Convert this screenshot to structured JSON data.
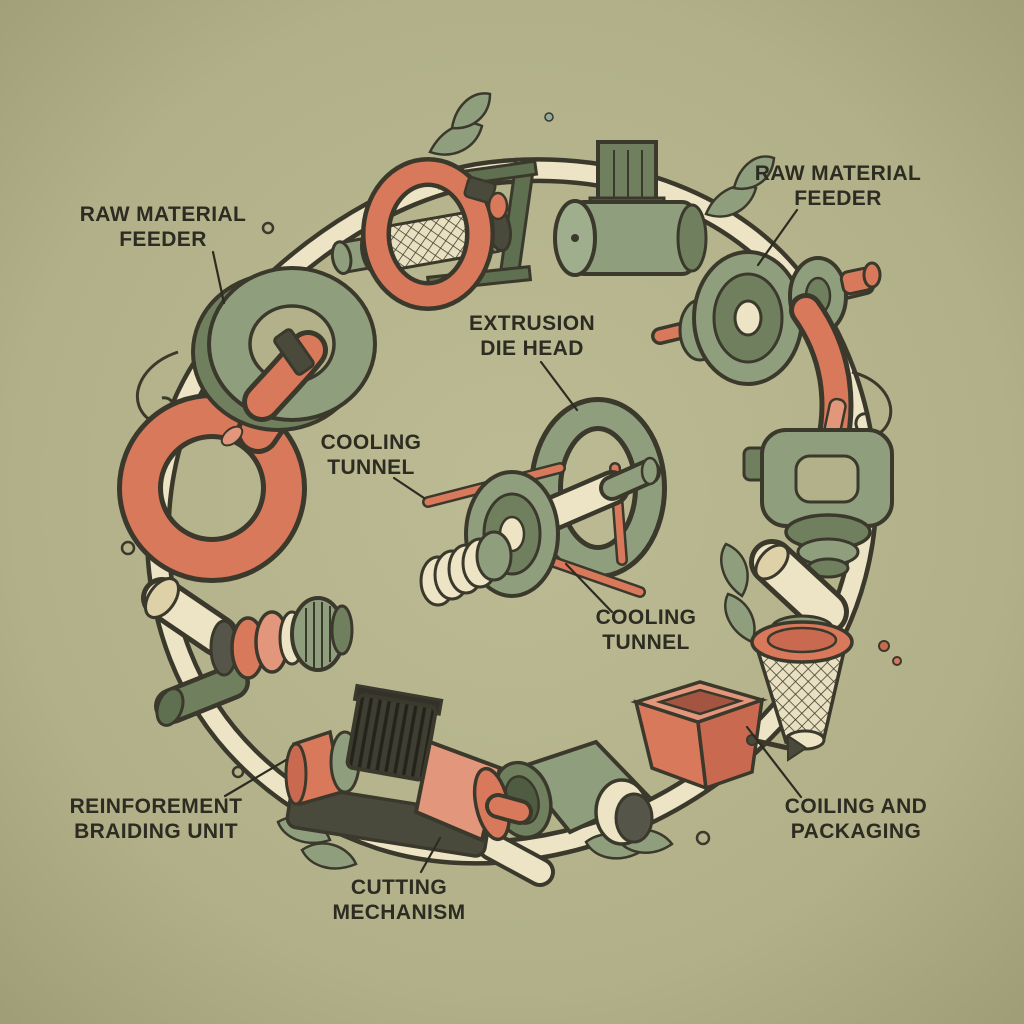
{
  "diagram": {
    "type": "illustrated-process-diagram",
    "subject": "hose extrusion production line components arranged in a circle",
    "palette": {
      "background": "#b2b189",
      "sage": "#8f9e7d",
      "sage_dark": "#70805e",
      "terracotta": "#d8795c",
      "terracotta_light": "#e2977c",
      "cream": "#ece4c4",
      "outline": "#3a392c",
      "label_text": "#2d2c22"
    }
  },
  "labels": [
    {
      "id": "raw-material-feeder-left",
      "text": "RAW MATERIAL\nFEEDER"
    },
    {
      "id": "raw-material-feeder-right",
      "text": "RAW MATERIAL\nFEEDER"
    },
    {
      "id": "extrusion-die-head",
      "text": "EXTRUSION\nDIE HEAD"
    },
    {
      "id": "cooling-tunnel-upper",
      "text": "COOLING\nTUNNEL"
    },
    {
      "id": "cooling-tunnel-lower",
      "text": "COOLING\nTUNNEL"
    },
    {
      "id": "reinforcement-braiding-unit",
      "text": "REINFOREMENT\nBRAIDING UNIT"
    },
    {
      "id": "cutting-mechanism",
      "text": "CUTTING\nMECHANISM"
    },
    {
      "id": "coiling-and-packaging",
      "text": "COILING AND\nPACKAGING"
    }
  ]
}
